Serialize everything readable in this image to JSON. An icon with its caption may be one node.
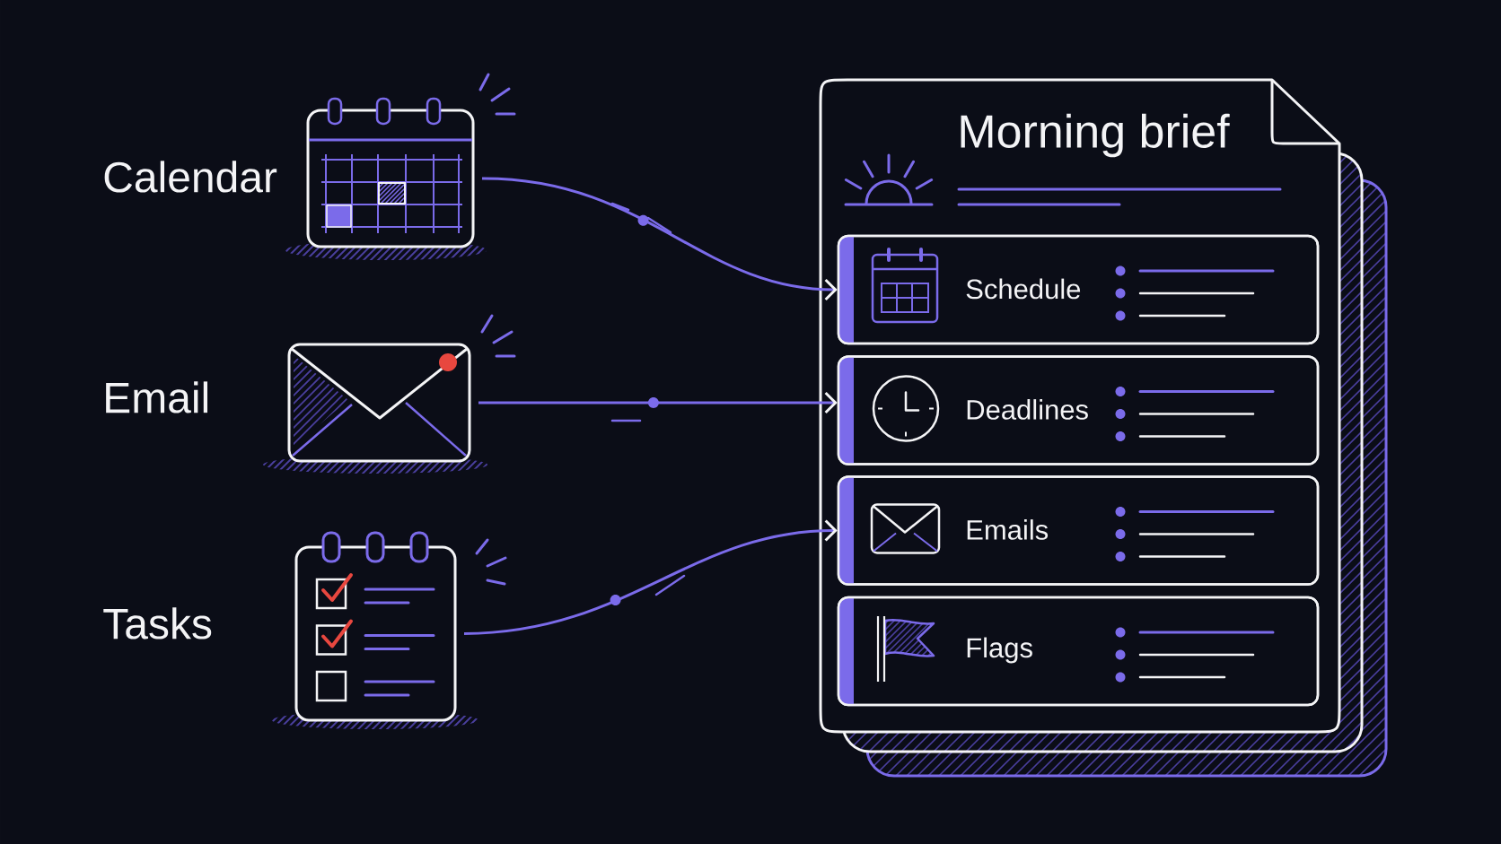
{
  "diagram": {
    "nodes": [
      {
        "text": [],
        "shape": "picture",
        "beside": [
          "Calendar"
        ]
      },
      {
        "text": [],
        "shape": "picture",
        "beside": [
          "Email"
        ]
      },
      {
        "text": [],
        "shape": "picture",
        "beside": [
          "Tasks"
        ]
      },
      {
        "text": [
          "Morning brief"
        ]
      },
      {
        "text": [
          "Schedule"
        ],
        "in": 3
      },
      {
        "text": [
          "Deadlines"
        ],
        "in": 3
      },
      {
        "text": [
          "Emails"
        ],
        "in": 3
      },
      {
        "text": [
          "Flags"
        ],
        "in": 3
      }
    ],
    "edges": [
      {
        "from": 0,
        "to": 4,
        "arrow": "to"
      },
      {
        "from": 1,
        "to": 5,
        "arrow": "to"
      },
      {
        "from": 2,
        "to": 6,
        "arrow": "to"
      }
    ]
  }
}
